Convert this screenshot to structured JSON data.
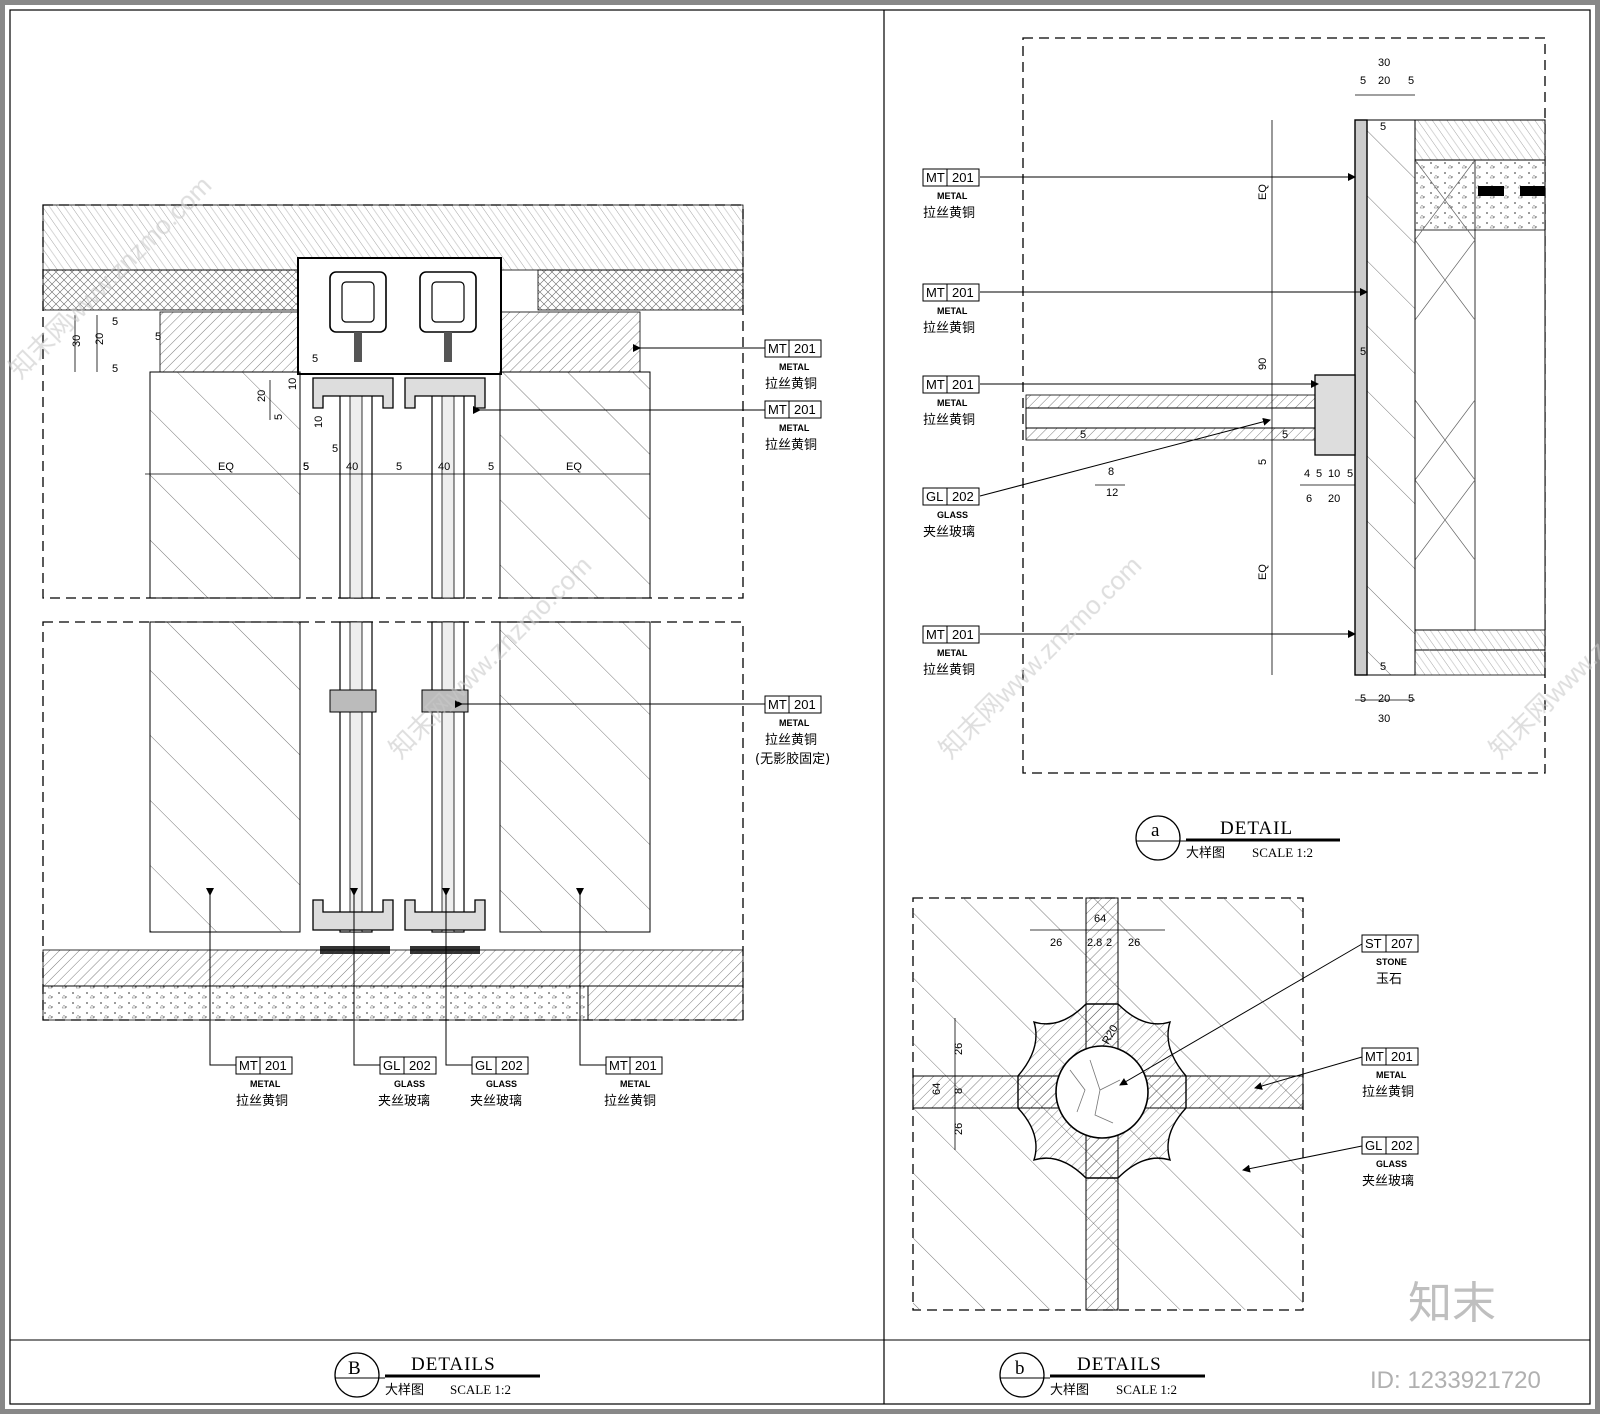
{
  "panel_B": {
    "section_letter": "B",
    "title_en": "DETAILS",
    "title_cn": "大样图",
    "scale": "SCALE 1:2",
    "dims": [
      "5",
      "30",
      "20",
      "5",
      "5",
      "20",
      "5",
      "10",
      "5",
      "10",
      "5",
      "5",
      "EQ",
      "5",
      "40",
      "5",
      "40",
      "5",
      "EQ"
    ],
    "callouts": [
      {
        "code": "MT",
        "num": "201",
        "sub": "METAL",
        "cn": "拉丝黄铜",
        "note": ""
      },
      {
        "code": "MT",
        "num": "201",
        "sub": "METAL",
        "cn": "拉丝黄铜",
        "note": ""
      },
      {
        "code": "MT",
        "num": "201",
        "sub": "METAL",
        "cn": "拉丝黄铜",
        "note": "(无影胶固定)"
      },
      {
        "code": "MT",
        "num": "201",
        "sub": "METAL",
        "cn": "拉丝黄铜",
        "note": ""
      },
      {
        "code": "GL",
        "num": "202",
        "sub": "GLASS",
        "cn": "夹丝玻璃",
        "note": ""
      },
      {
        "code": "GL",
        "num": "202",
        "sub": "GLASS",
        "cn": "夹丝玻璃",
        "note": ""
      },
      {
        "code": "MT",
        "num": "201",
        "sub": "METAL",
        "cn": "拉丝黄铜",
        "note": ""
      }
    ]
  },
  "panel_a": {
    "section_letter": "a",
    "title_en": "DETAIL",
    "title_cn": "大样图",
    "scale": "SCALE 1:2",
    "dims": [
      "30",
      "5",
      "20",
      "5",
      "5",
      "EQ",
      "90",
      "5",
      "EQ",
      "5",
      "5",
      "5",
      "8",
      "12",
      "4",
      "5",
      "10",
      "5",
      "6",
      "20",
      "5",
      "5",
      "20",
      "5",
      "30"
    ],
    "callouts": [
      {
        "code": "MT",
        "num": "201",
        "sub": "METAL",
        "cn": "拉丝黄铜"
      },
      {
        "code": "MT",
        "num": "201",
        "sub": "METAL",
        "cn": "拉丝黄铜"
      },
      {
        "code": "MT",
        "num": "201",
        "sub": "METAL",
        "cn": "拉丝黄铜"
      },
      {
        "code": "GL",
        "num": "202",
        "sub": "GLASS",
        "cn": "夹丝玻璃"
      },
      {
        "code": "MT",
        "num": "201",
        "sub": "METAL",
        "cn": "拉丝黄铜"
      }
    ]
  },
  "panel_b": {
    "section_letter": "b",
    "title_en": "DETAILS",
    "title_cn": "大样图",
    "scale": "SCALE 1:2",
    "dims": [
      "64",
      "26",
      "2.8",
      "2",
      "26",
      "26",
      "8",
      "64",
      "26",
      "R20"
    ],
    "callouts": [
      {
        "code": "ST",
        "num": "207",
        "sub": "STONE",
        "cn": "玉石"
      },
      {
        "code": "MT",
        "num": "201",
        "sub": "METAL",
        "cn": "拉丝黄铜"
      },
      {
        "code": "GL",
        "num": "202",
        "sub": "GLASS",
        "cn": "夹丝玻璃"
      }
    ]
  },
  "watermark": {
    "text": "知末网www.znzmo.com",
    "brand": "知末",
    "id": "ID: 1233921720"
  }
}
